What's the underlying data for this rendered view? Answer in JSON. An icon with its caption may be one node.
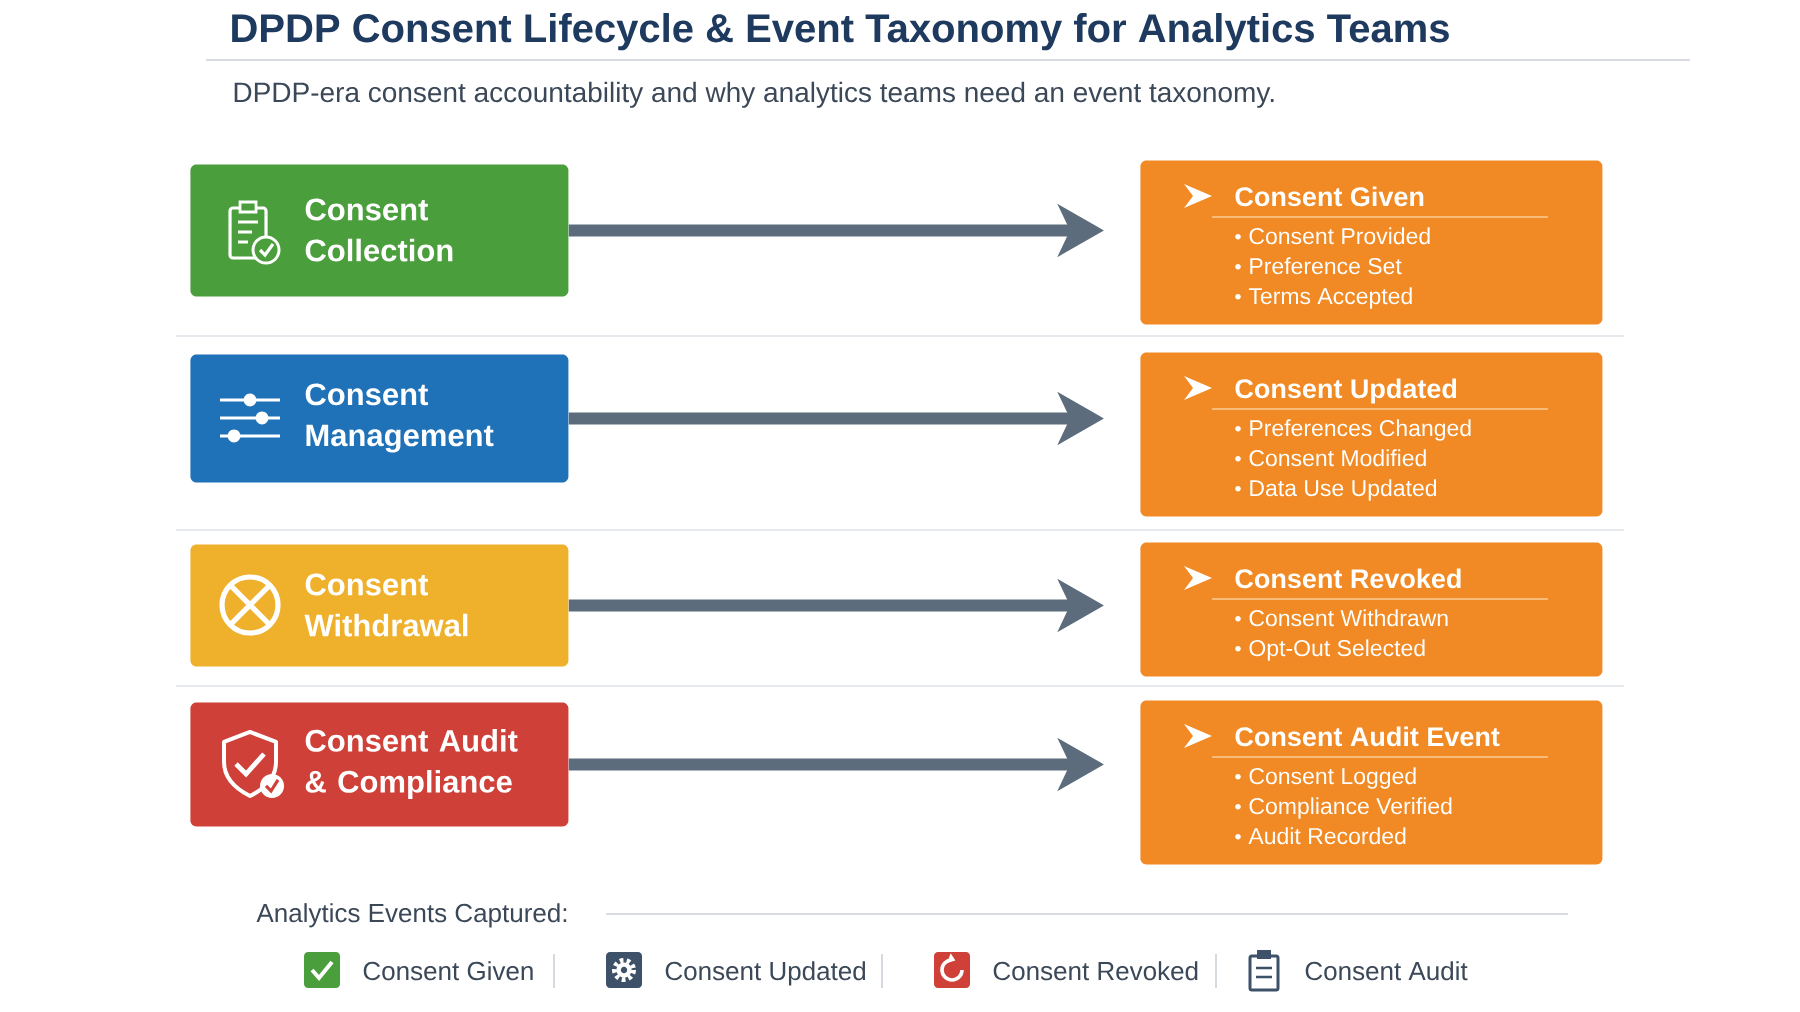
{
  "diagram": {
    "title": "DPDP Consent Lifecycle & Event Taxonomy for Analytics Teams",
    "nodes": [
      {
        "text": [
          "Consent Collection"
        ]
      },
      {
        "text": [
          "Consent Management"
        ]
      },
      {
        "text": [
          "Consent Withdrawal"
        ]
      },
      {
        "text": [
          "Consent Audit & Compliance"
        ]
      },
      {
        "text": [
          "Consent Given",
          "Consent Provided",
          "Preference Set",
          "Terms Accepted"
        ]
      },
      {
        "text": [
          "Consent Updated",
          "Preferences Changed",
          "Consent Modified",
          "Data Use Updated"
        ]
      },
      {
        "text": [
          "Consent Revoked",
          "Consent Withdrawn",
          "Opt-Out Selected"
        ]
      },
      {
        "text": [
          "Consent Audit Event",
          "Consent Logged",
          "Compliance Verified",
          "Audit Recorded"
        ]
      }
    ],
    "edges": [
      {
        "from": 0,
        "to": 4,
        "arrow": "to"
      },
      {
        "from": 1,
        "to": 5,
        "arrow": "to"
      },
      {
        "from": 2,
        "to": 6,
        "arrow": "to"
      },
      {
        "from": 3,
        "to": 7,
        "arrow": "to"
      }
    ],
    "labels": [
      "DPDP-era consent accountability and why analytics teams need an event taxonomy.",
      "Analytics Events Captured:"
    ],
    "legend": [
      {
        "text": "Consent Given"
      },
      {
        "text": "Consent Updated"
      },
      {
        "text": "Consent Revoked"
      },
      {
        "text": "Consent Audit"
      }
    ]
  }
}
